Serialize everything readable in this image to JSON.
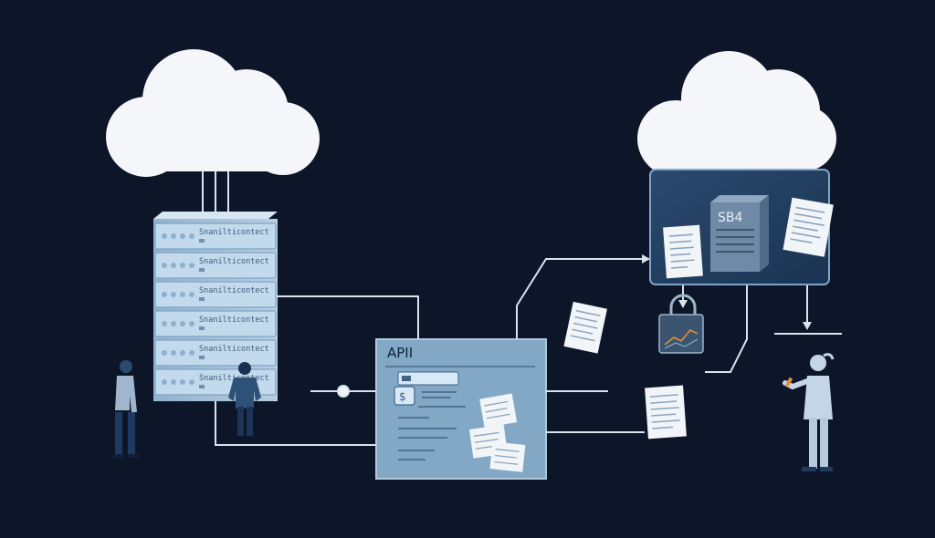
{
  "server_rack": {
    "unit_labels": [
      "Snanilticontect",
      "Snanilticontect",
      "Snanilticontect",
      "Snanilticontect",
      "Snanilticontect",
      "Snanilticontect"
    ]
  },
  "api_panel": {
    "title": "APII"
  },
  "storage_box": {
    "label": "SB4"
  },
  "colors": {
    "background": "#0c1628",
    "cloud": "#f4f6f9",
    "connector": "#d9e3ee",
    "rack_fill": "#b6d1e6",
    "panel_fill": "#8fb8d8",
    "storage_fill": "#3c5a7c",
    "person_dark": "#31557c",
    "person_light": "#c4d6e6"
  },
  "icons": [
    "cloud-icon",
    "server-rack-icon",
    "api-panel-icon",
    "document-icon",
    "storage-server-icon",
    "padlock-icon",
    "person-icon"
  ]
}
